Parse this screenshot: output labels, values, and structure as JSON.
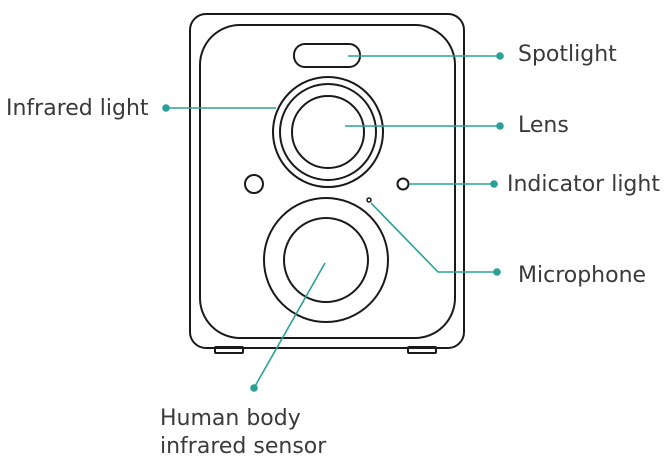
{
  "labels": {
    "spotlight": "Spotlight",
    "lens": "Lens",
    "indicator_light": "Indicator light",
    "microphone": "Microphone",
    "infrared_light": "Infrared light",
    "human_body_sensor_line1": "Human body",
    "human_body_sensor_line2": "infrared sensor"
  },
  "colors": {
    "outline": "#1a1a1a",
    "leader_line": "#2aa198",
    "text": "#3a3a3a"
  }
}
